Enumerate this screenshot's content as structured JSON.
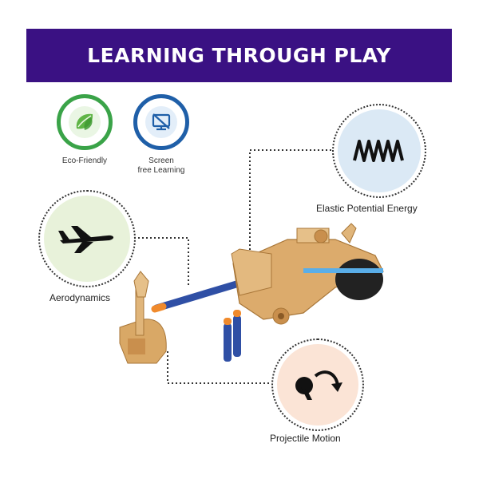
{
  "banner": {
    "title": "LEARNING THROUGH PLAY"
  },
  "badges": [
    {
      "label_line1": "Eco-Friendly",
      "label_line2": "",
      "icon": "leaf-icon"
    },
    {
      "label_line1": "Screen",
      "label_line2": "free Learning",
      "icon": "no-screen-icon"
    }
  ],
  "features": {
    "elastic": {
      "label": "Elastic Potential Energy",
      "icon": "spring-icon"
    },
    "aero": {
      "label": "Aerodynamics",
      "icon": "airplane-icon"
    },
    "projectile": {
      "label": "Projectile Motion",
      "icon": "projectile-arc-icon"
    }
  },
  "colors": {
    "banner": "#3a1183",
    "eco_ring": "#3aa348",
    "screen_ring": "#1f5fa8",
    "elastic_fill": "#dbe9f5",
    "aero_fill": "#e8f2da",
    "projectile_fill": "#fbe4d6",
    "wood": "#d9a866",
    "dart_blue": "#2f4fa5",
    "dart_orange": "#f08a2c"
  }
}
